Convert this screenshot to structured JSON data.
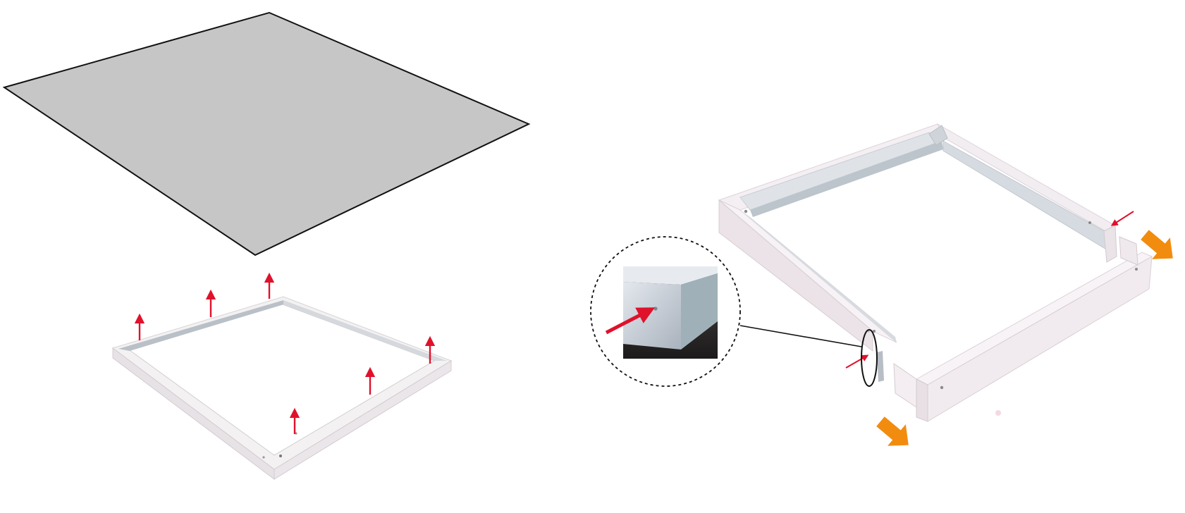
{
  "diagram": {
    "panels": [
      {
        "id": "panel-exploded-view",
        "parts": [
          "led-panel",
          "surface-frame"
        ],
        "arrow_count": 6,
        "arrow_direction": "up"
      },
      {
        "id": "panel-frame-assembly",
        "parts": [
          "open-frame",
          "detachable-side"
        ],
        "move_arrows": 2,
        "detail_callout": true
      }
    ],
    "colors": {
      "panel_fill": "#c6c6c6",
      "outline": "#111111",
      "frame_white": "#f6f3f5",
      "frame_shade": "#e6dfe4",
      "rail_metal": "#c4cbd3",
      "marker_red": "#e0112b",
      "move_orange": "#f28c0f",
      "callout_dark": "#2f2f33"
    }
  }
}
